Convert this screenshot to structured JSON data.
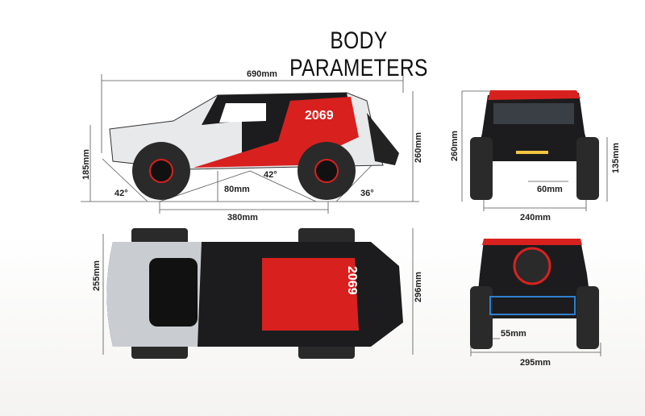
{
  "title": "BODY PARAMETERS",
  "side_view": {
    "length": "690mm",
    "height": "260mm",
    "front_height": "185mm",
    "approach_angle": "42°",
    "ground_clearance": "80mm",
    "breakover_angle": "42°",
    "departure_angle": "36°",
    "wheelbase": "380mm",
    "body_number": "2069"
  },
  "front_view": {
    "height": "260mm",
    "bumper_height": "135mm",
    "clearance": "60mm",
    "width": "240mm"
  },
  "top_view": {
    "width": "255mm",
    "overall_width": "296mm",
    "body_number": "2069"
  },
  "rear_view": {
    "clearance": "55mm",
    "width": "295mm"
  },
  "colors": {
    "red": "#d8211f",
    "black": "#1c1c1e",
    "blue": "#2f7fd0",
    "gray": "#9a9ea3"
  }
}
